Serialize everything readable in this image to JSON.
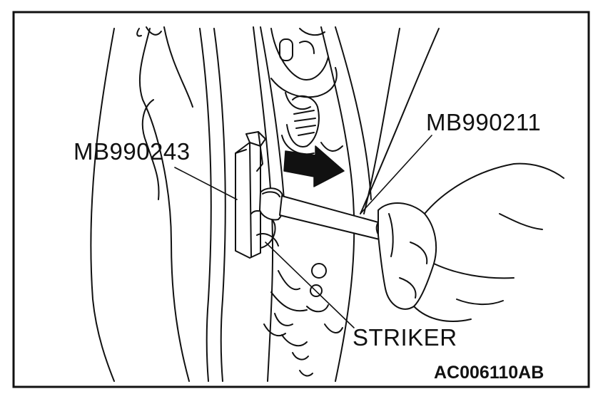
{
  "labels": {
    "tool_left": "MB990243",
    "tool_right": "MB990211",
    "striker": "STRIKER",
    "figure_code": "AC006110AB"
  },
  "colors": {
    "ink": "#111111",
    "paper": "#ffffff"
  },
  "icons": {
    "direction_arrow": "pull-direction-arrow-icon"
  }
}
